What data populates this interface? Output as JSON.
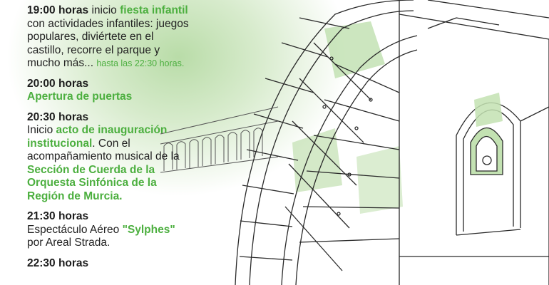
{
  "schedule": {
    "b1": {
      "time": "19:00 horas",
      "t1": " inicio ",
      "hl": "fiesta infantil",
      "t2": " con actividades infantiles: juegos populares, diviértete en el castillo, recorre el parque y mucho más... ",
      "note": "hasta las 22:30 horas."
    },
    "b2": {
      "time": "20:00 horas",
      "hl": "Apertura de puertas"
    },
    "b3": {
      "time": "20:30 horas",
      "t1": "Inicio ",
      "hl": "acto de inauguración institucional",
      "t2": ". Con el acompañamiento musical de la ",
      "hl2": "Sección de Cuerda de la Orquesta Sinfónica de la Región de Murcia."
    },
    "b4": {
      "time": "21:30 horas",
      "t1": "Espectáculo Aéreo ",
      "hl": "\"Sylphes\"",
      "t2": " por Areal Strada."
    },
    "b5": {
      "time": "22:30 horas"
    }
  },
  "colors": {
    "accent_green": "#4caf3f",
    "wash_green": "#b9dca8",
    "line": "#2a2a2a"
  }
}
